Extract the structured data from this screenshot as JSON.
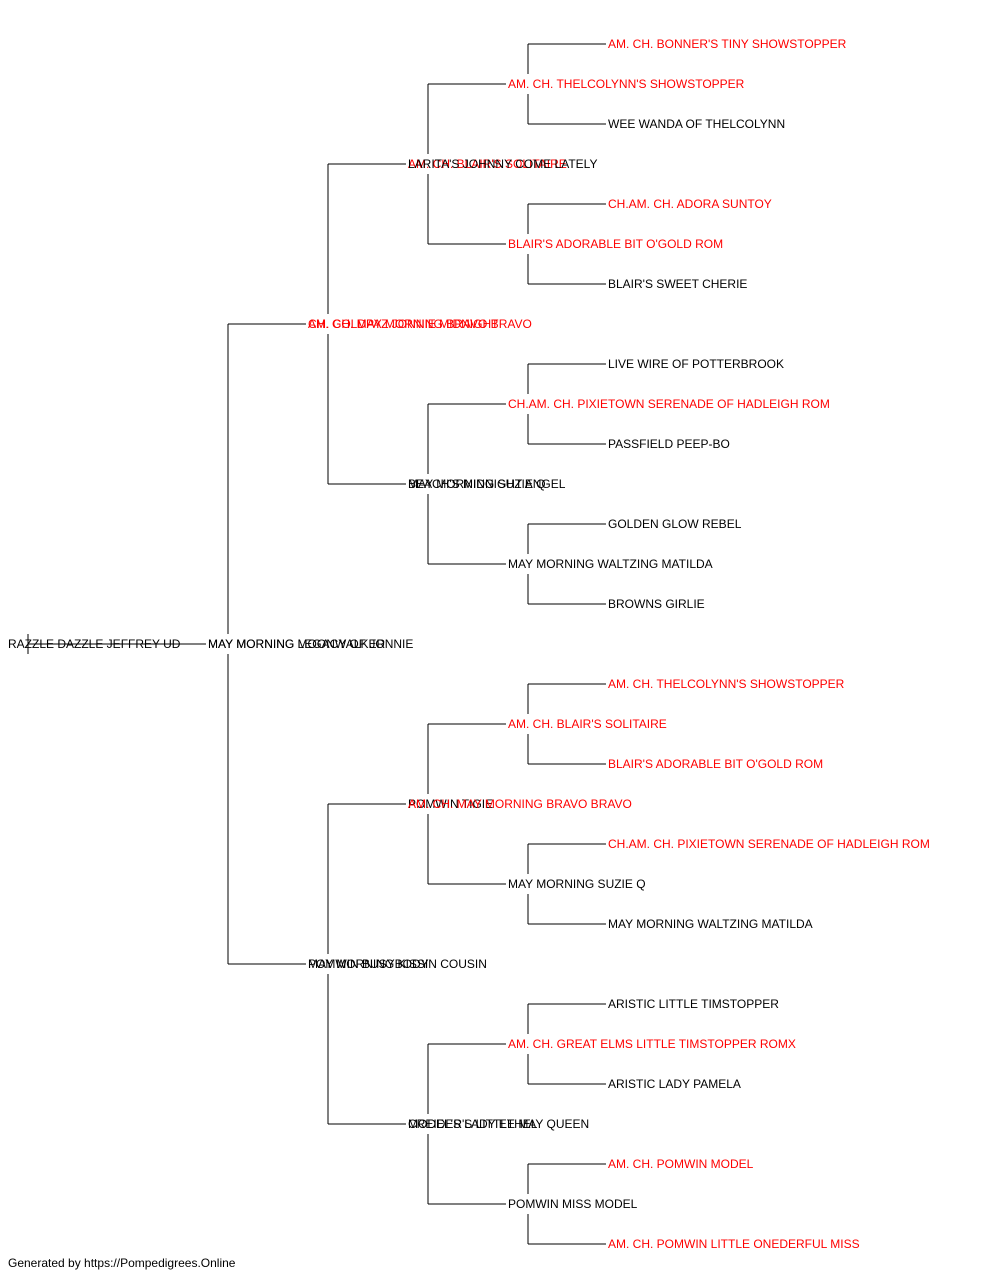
{
  "colors": {
    "champion": "#ff0000",
    "normal": "#000000",
    "line": "#000000"
  },
  "pedigree": {
    "name": "RAZZLE DAZZLE JEFFREY UD",
    "champion": false,
    "sire": {
      "name": "MAY MORNING MOONWALKER",
      "champion": false,
      "sire": {
        "name": "AM. CH. MAY MORNING BRAVO BRAVO",
        "champion": true,
        "sire": {
          "name": "AM. CH. BLAIR'S SOLITAIRE",
          "champion": true,
          "sire": {
            "name": "AM. CH. THELCOLYNN'S SHOWSTOPPER",
            "champion": true,
            "sire": {
              "name": "AM. CH. BONNER'S TINY SHOWSTOPPER",
              "champion": true
            },
            "dam": {
              "name": "WEE WANDA OF THELCOLYNN",
              "champion": false
            }
          },
          "dam": {
            "name": "BLAIR'S ADORABLE BIT O'GOLD ROM",
            "champion": true,
            "sire": {
              "name": "CH.AM. CH. ADORA SUNTOY",
              "champion": true
            },
            "dam": {
              "name": "BLAIR'S SWEET CHERIE",
              "champion": false
            }
          }
        },
        "dam": {
          "name": "MAY MORNING SUZIE Q",
          "champion": false,
          "sire": {
            "name": "CH.AM. CH. PIXIETOWN SERENADE OF HADLEIGH ROM",
            "champion": true,
            "sire": {
              "name": "LIVE WIRE OF POTTERBROOK",
              "champion": false
            },
            "dam": {
              "name": "PASSFIELD PEEP-BO",
              "champion": false
            }
          },
          "dam": {
            "name": "MAY MORNING WALTZING MATILDA",
            "champion": false,
            "sire": {
              "name": "GOLDEN GLOW REBEL",
              "champion": false
            },
            "dam": {
              "name": "BROWNS GIRLIE",
              "champion": false
            }
          }
        }
      },
      "dam": {
        "name": "POMWIN BUSYBODY",
        "champion": false,
        "sire": {
          "name": "POMWIN TIGIE",
          "champion": false
        },
        "dam": {
          "name": "MODEL'S LADY ETHEL",
          "champion": false,
          "sire": {
            "name": "AM. CH. GREAT ELMS LITTLE TIMSTOPPER ROMX",
            "champion": true,
            "sire": {
              "name": "ARISTIC LITTLE TIMSTOPPER",
              "champion": false
            },
            "dam": {
              "name": "ARISTIC LADY PAMELA",
              "champion": false
            }
          },
          "dam": {
            "name": "POMWIN MISS MODEL",
            "champion": false,
            "sire": {
              "name": "AM. CH. POMWIN MODEL",
              "champion": true
            },
            "dam": {
              "name": "AM. CH. POMWIN LITTLE ONEDERFUL MISS",
              "champion": true
            }
          }
        }
      }
    },
    "dam": {
      "name": "MAY MORNING LEGACY OF JONNIE",
      "champion": false,
      "sire": {
        "name": "CH. GOLDPAZ JONNIE MIDNIGHT",
        "champion": true,
        "sire": {
          "name": "LARITA'S JOHNNY COME LATELY",
          "champion": false
        },
        "dam": {
          "name": "BEACH'S MIDNIGHT ANGEL",
          "champion": false
        }
      },
      "dam": {
        "name": "MAY MORNING KISSIN COUSIN",
        "champion": false,
        "sire": {
          "name": "AM. CH. MAY MORNING BRAVO BRAVO",
          "champion": true,
          "sire": {
            "name": "AM. CH. BLAIR'S SOLITAIRE",
            "champion": true,
            "sire": {
              "name": "AM. CH. THELCOLYNN'S SHOWSTOPPER",
              "champion": true
            },
            "dam": {
              "name": "BLAIR'S ADORABLE BIT O'GOLD ROM",
              "champion": true
            }
          },
          "dam": {
            "name": "MAY MORNING SUZIE Q",
            "champion": false,
            "sire": {
              "name": "CH.AM. CH. PIXIETOWN SERENADE OF HADLEIGH ROM",
              "champion": true
            },
            "dam": {
              "name": "MAY MORNING WALTZING MATILDA",
              "champion": false
            }
          }
        },
        "dam": {
          "name": "CREIDER'S LITTLE MAY QUEEN",
          "champion": false
        }
      }
    }
  },
  "footer": {
    "text": "Generated by https://Pompedigrees.Online"
  }
}
